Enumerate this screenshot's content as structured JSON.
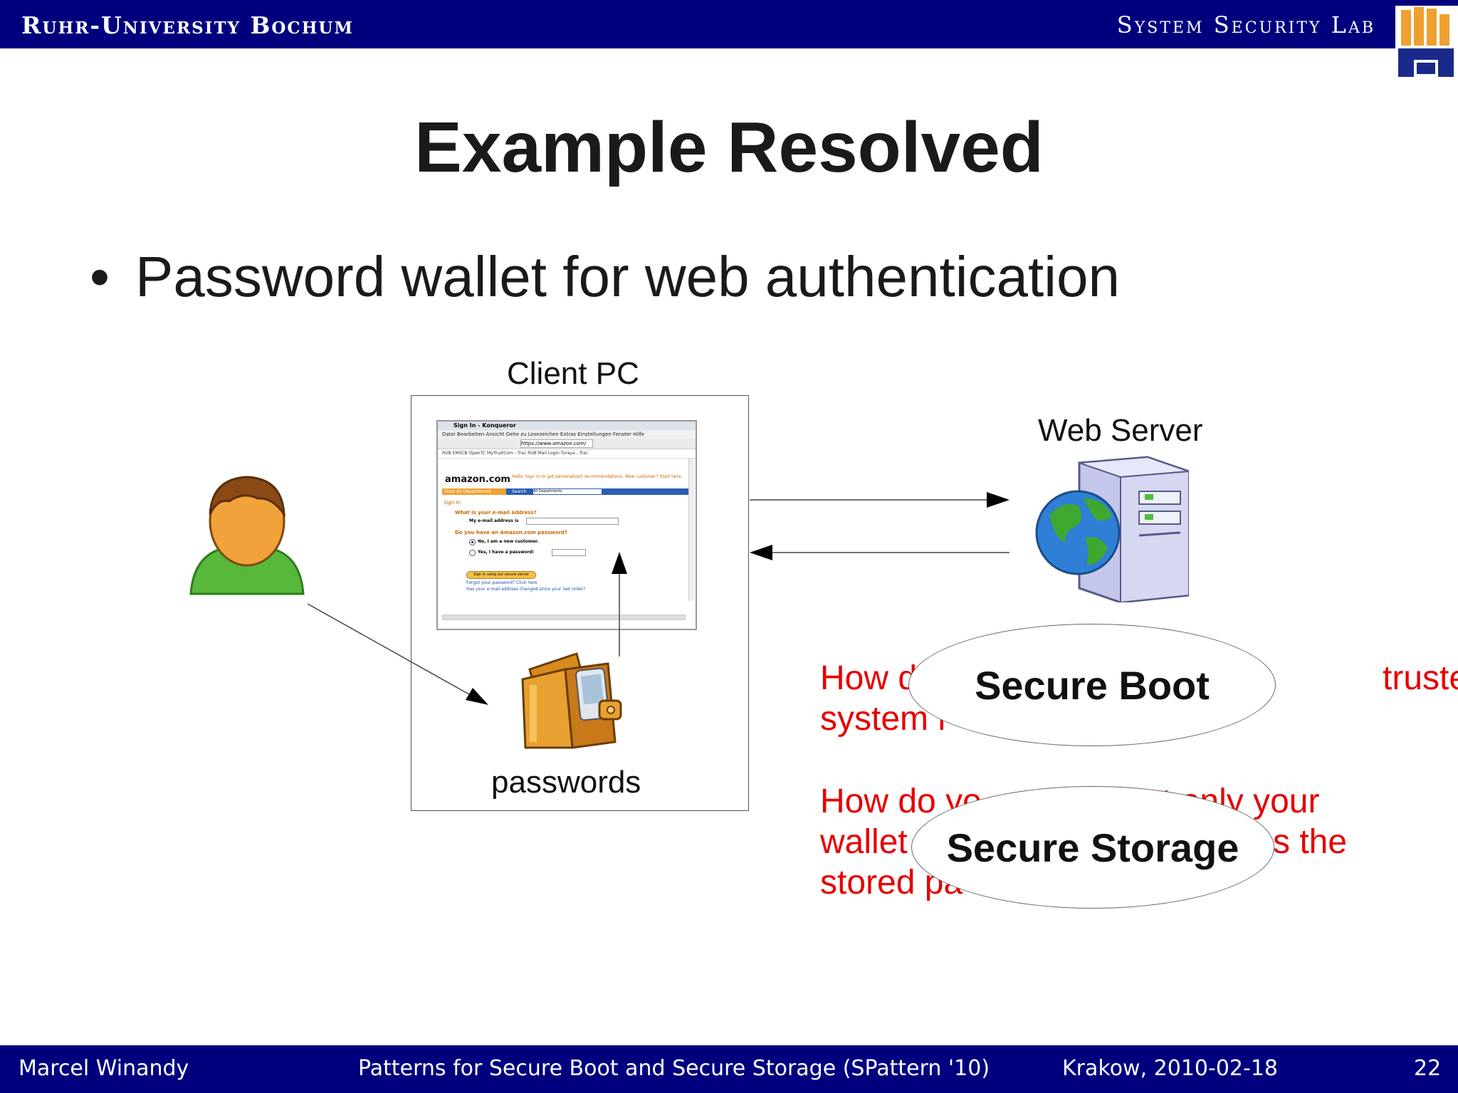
{
  "header": {
    "university": "Ruhr-University Bochum",
    "lab": "System Security Lab"
  },
  "slide": {
    "title": "Example Resolved",
    "bullet": "Password wallet for web authentication"
  },
  "diagram": {
    "client_label": "Client PC",
    "server_label": "Web Server",
    "wallet_label": "passwords",
    "question1_line1": "How d",
    "question1_line1_end": "trusted",
    "question1_line2": "system r",
    "question2_line1": "How do yo",
    "question2_line1_end": "t only your",
    "question2_line2": "wallet",
    "question2_line2_end": "s the",
    "question2_line3": "stored pa",
    "ellipse1": "Secure Boot",
    "ellipse2": "Secure Storage",
    "colors": {
      "question_text": "#e60000",
      "bar": "#00007f"
    }
  },
  "browser": {
    "window_title": "Sign In - Konqueror",
    "menu": "Datei  Bearbeiten  Ansicht  Gehe zu  Lesezeichen  Extras  Einstellungen  Fenster  Hilfe",
    "url": "https://www.amazon.com/",
    "bookmarks": "RUB  EMSCB  OpenTC  MyTrustCom - Trac  RUB Mail Login  Turaya - Trac",
    "logo": "amazon.com",
    "hello": "Hello. Sign in to get personalized recommendations. New customer? Start here.",
    "tab": "Shop All Departments",
    "search": "Search",
    "dept": "All Departments",
    "sign_in": "Sign In",
    "q_email": "What is your e-mail address?",
    "email_label": "My e-mail address is",
    "q_password": "Do you have an Amazon.com password?",
    "opt_new": "No, I am a new customer.",
    "opt_have": "Yes, I have a password:",
    "button": "Sign in using our secure server",
    "forgot": "Forgot your password? Click here",
    "changed": "Has your e-mail address changed since your last order?"
  },
  "footer": {
    "author": "Marcel Winandy",
    "talk": "Patterns for Secure Boot and Secure Storage (SPattern '10)",
    "place_date": "Krakow, 2010-02-18",
    "page": "22"
  }
}
